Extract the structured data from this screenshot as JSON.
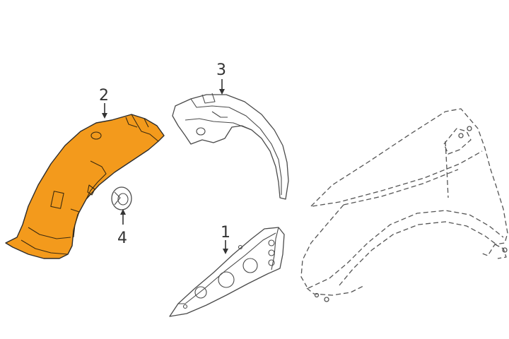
{
  "colors": {
    "highlight": "#f39a1c",
    "highlight_dark": "#d9830f",
    "line": "#4a4a4a"
  },
  "callouts": [
    {
      "id": "callout-1",
      "label": "1"
    },
    {
      "id": "callout-2",
      "label": "2"
    },
    {
      "id": "callout-3",
      "label": "3"
    },
    {
      "id": "callout-4",
      "label": "4"
    }
  ]
}
